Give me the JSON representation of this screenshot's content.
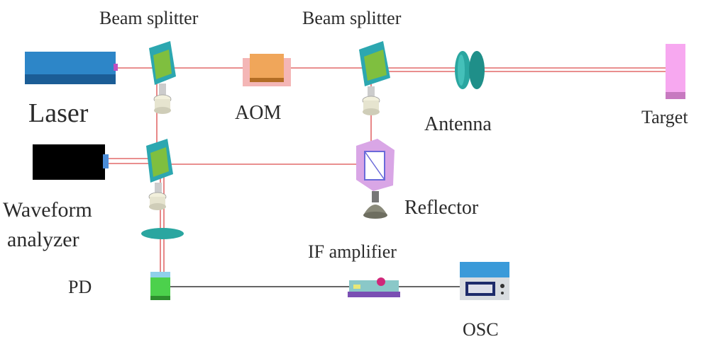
{
  "labels": {
    "beam_splitter_1": "Beam splitter",
    "beam_splitter_2": "Beam splitter",
    "laser": "Laser",
    "aom": "AOM",
    "antenna": "Antenna",
    "target": "Target",
    "waveform_line1": "Waveform",
    "waveform_line2": "analyzer",
    "reflector": "Reflector",
    "if_amplifier": "IF amplifier",
    "pd": "PD",
    "osc": "OSC"
  },
  "colors": {
    "laser_beam": "#e26a6a",
    "signal_cable": "#333333",
    "laser_body": "#2d86c8",
    "splitter_frame": "#2ca7b0",
    "splitter_mirror": "#7fbf3f",
    "aom_body": "#f0a65a",
    "aom_base": "#f4b6b6",
    "antenna": "#2aa6a0",
    "target": "#f7a8f0",
    "analyzer_body": "#000000",
    "reflector_frame": "#d9a6e6",
    "pd_body": "#4cd14c",
    "amplifier_body": "#8ac8c8",
    "osc_screen": "#3a9ad9"
  }
}
